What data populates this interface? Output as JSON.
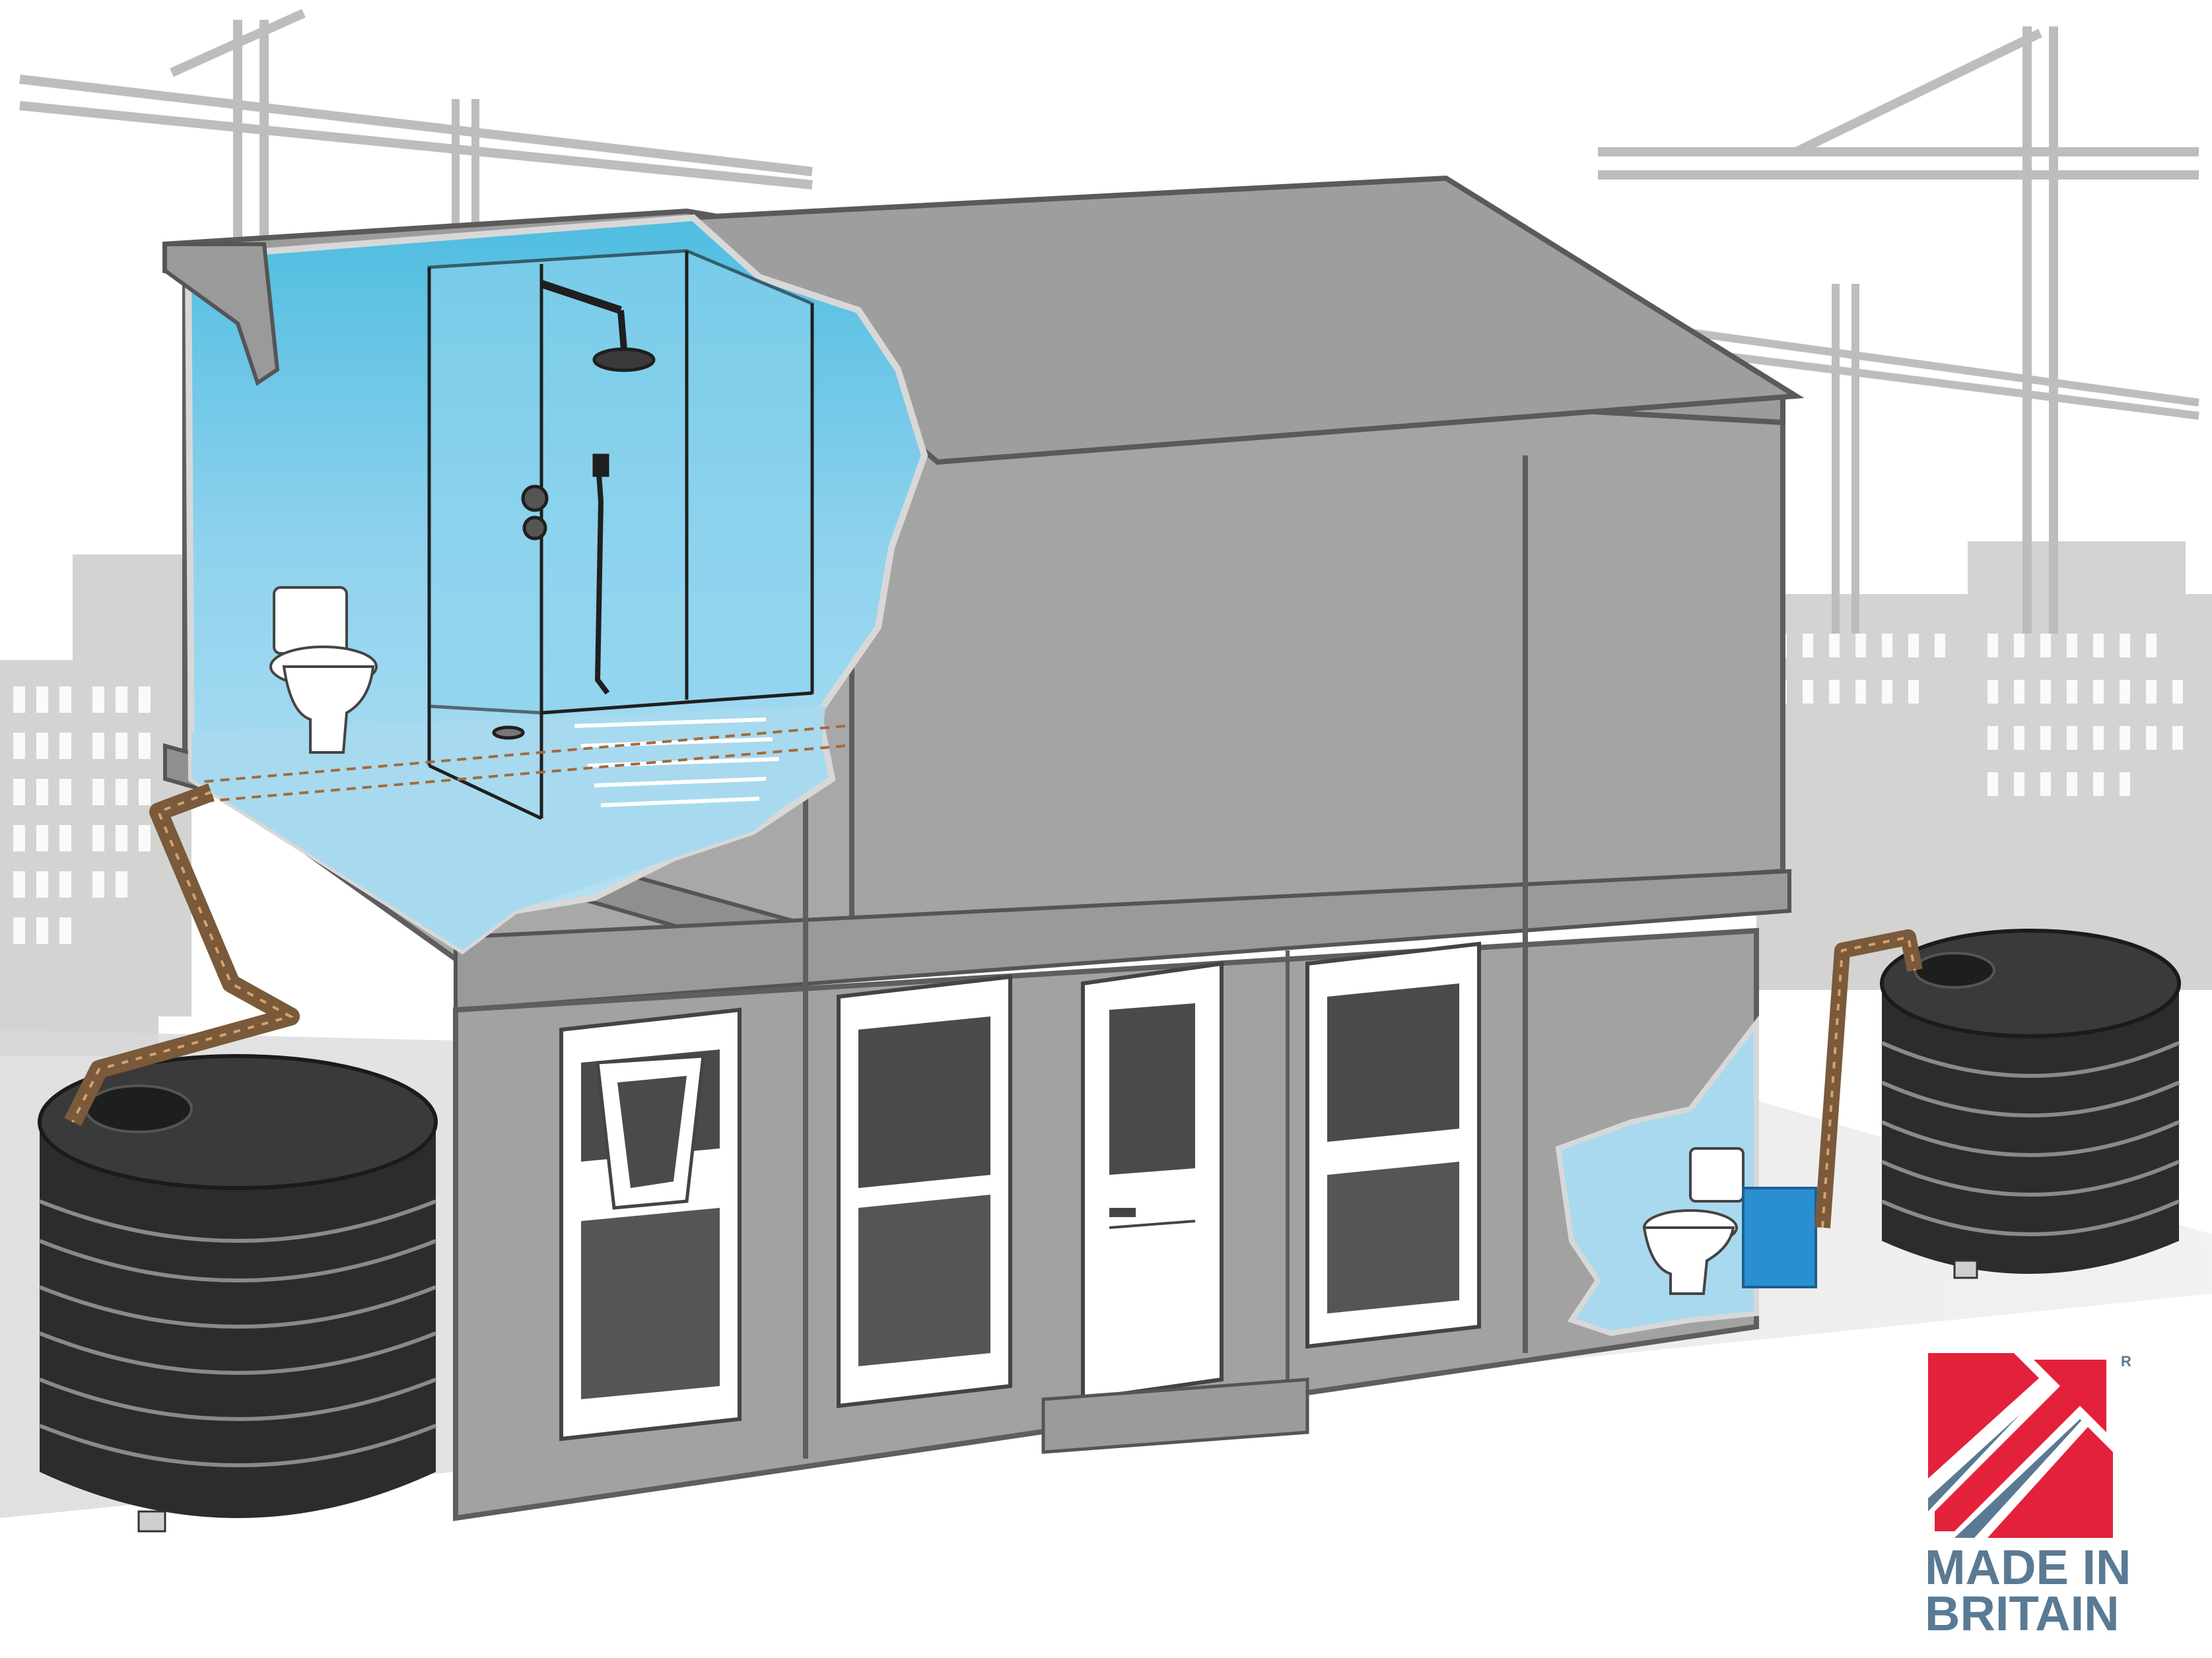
{
  "colors": {
    "background": "#ffffff",
    "skyline": "#d6d6d4",
    "crane": "#bdbdbb",
    "ground": "#e6e6e6",
    "building_wall": "#a3a3a3",
    "building_wall_dark": "#8f8f8f",
    "roof": "#9d9d9d",
    "roof_dark": "#6f6f6f",
    "water_blue": "#55bfe0",
    "water_blue_light": "#a6dbef",
    "tank_black": "#2c2c2c",
    "tank_band": "#8a8a8a",
    "pipe_brown": "#7a5a3a",
    "pipe_arrow": "#c79a6a",
    "window_white": "#ffffff",
    "glass_dark": "#4a4a4a",
    "pump_box": "#2a8fd0",
    "logo_red": "#e4213a",
    "logo_blue": "#5a7a94"
  },
  "icons": [
    "crane-icon",
    "toilet-icon",
    "shower-icon",
    "water-tank-icon",
    "pump-icon",
    "flow-arrow-icon",
    "union-flag-arrow-icon"
  ],
  "logo": {
    "line1": "MADE IN",
    "line2": "BRITAIN",
    "registered_mark": "R"
  }
}
